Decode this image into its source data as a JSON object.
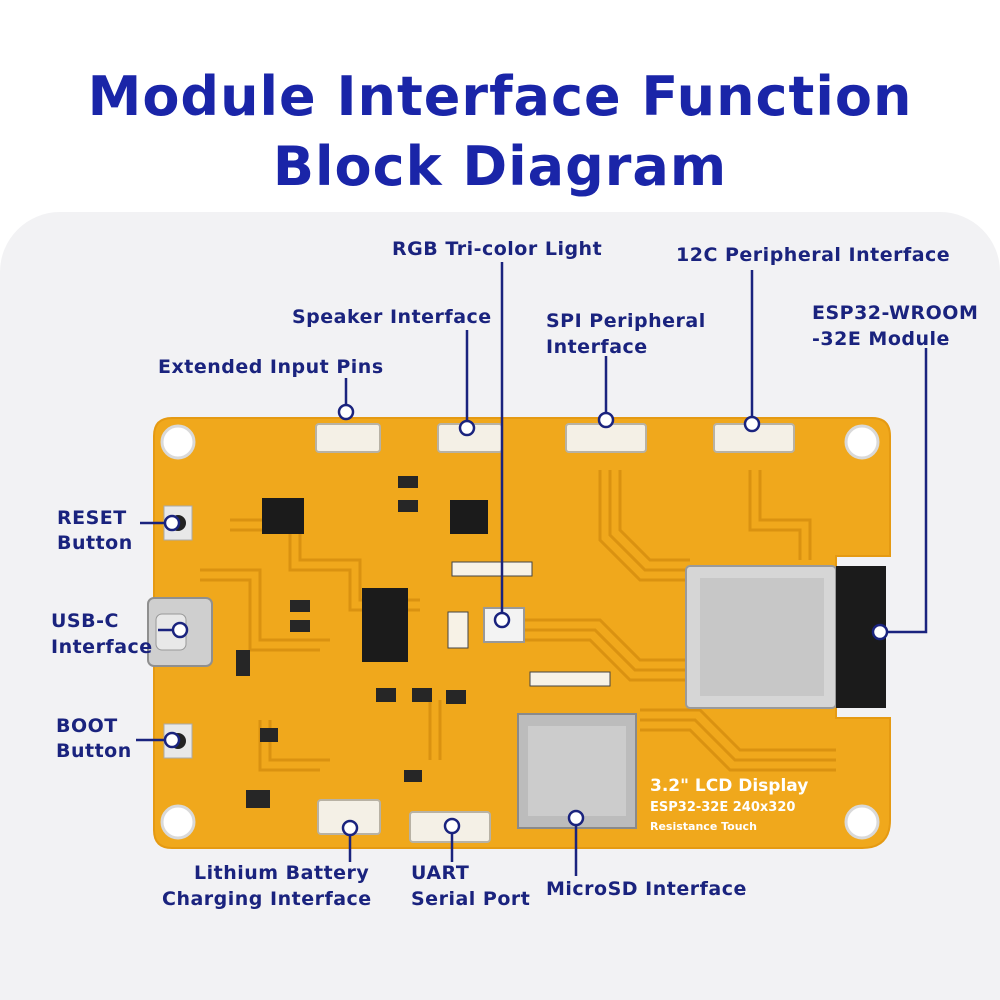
{
  "title": {
    "line1": "Module Interface Function",
    "line2": "Block Diagram"
  },
  "labels": {
    "rgb": "RGB Tri-color Light",
    "i2c": "12C Peripheral Interface",
    "speaker": "Speaker Interface",
    "spi_1": "SPI Peripheral",
    "spi_2": "Interface",
    "esp_1": "ESP32-WROOM",
    "esp_2": "-32E Module",
    "ext_input": "Extended Input Pins",
    "reset_1": "RESET",
    "reset_2": "Button",
    "usbc_1": "USB-C",
    "usbc_2": "Interface",
    "boot_1": "BOOT",
    "boot_2": "Button",
    "battery_1": "Lithium Battery",
    "battery_2": "Charging Interface",
    "uart_1": "UART",
    "uart_2": "Serial Port",
    "microsd": "MicroSD Interface"
  },
  "board_text": {
    "lcd_line1": "3.2\" LCD Display",
    "lcd_line2": "ESP32-32E  240x320",
    "lcd_line3": "Resistance Touch"
  },
  "colors": {
    "title": "#1a25a8",
    "label": "#1a237e",
    "pcb": "#f0a81c",
    "trace": "#d99012"
  }
}
